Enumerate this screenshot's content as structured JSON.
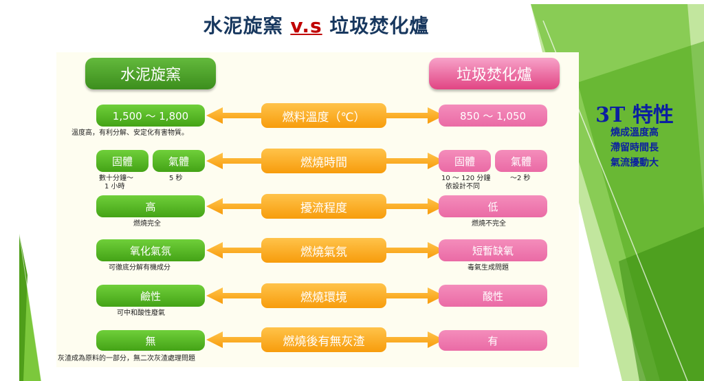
{
  "title": {
    "left": "水泥旋窯",
    "vs": "v.s",
    "right": "垃圾焚化爐"
  },
  "headers": {
    "left": "水泥旋窯",
    "right": "垃圾焚化爐"
  },
  "rows": {
    "r1": {
      "left": "1,500 ～ 1,800",
      "mid": "燃料溫度（℃）",
      "right": "850 ～ 1,050",
      "left_note": "溫度高，有利分解、安定化有害物質。"
    },
    "r2": {
      "left_a": "固體",
      "left_b": "氣體",
      "mid": "燃燒時間",
      "right_a": "固體",
      "right_b": "氣體",
      "left_note_a1": "數十分鐘～",
      "left_note_a2": "1 小時",
      "left_note_b": "5 秒",
      "right_note_a1": "10 ～ 120 分鐘",
      "right_note_a2": "依設計不同",
      "right_note_b": "～2 秒"
    },
    "r3": {
      "left": "高",
      "mid": "擾流程度",
      "right": "低",
      "left_note": "燃燒完全",
      "right_note": "燃燒不完全"
    },
    "r4": {
      "left": "氧化氣氛",
      "mid": "燃燒氣氛",
      "right": "短暫缺氧",
      "left_note": "可徹底分解有機成分",
      "right_note": "毒氣生成問題"
    },
    "r5": {
      "left": "鹼性",
      "mid": "燃燒環境",
      "right": "酸性",
      "left_note": "可中和酸性廢氣"
    },
    "r6": {
      "left": "無",
      "mid": "燃燒後有無灰渣",
      "right": "有",
      "left_note": "灰渣成為原料的一部分，無二次灰渣處理問題"
    }
  },
  "side": {
    "title": "3T 特性",
    "line1": "燒成溫度高",
    "line2": "滯留時間長",
    "line3": "氣流擾動大"
  },
  "colors": {
    "green_pill": "#4fae1f",
    "pink_pill": "#ee77ae",
    "orange_pill": "#f9a51b",
    "arrow": "#f5a623",
    "side_text": "#0b1fa1",
    "title_text": "#17375e"
  }
}
